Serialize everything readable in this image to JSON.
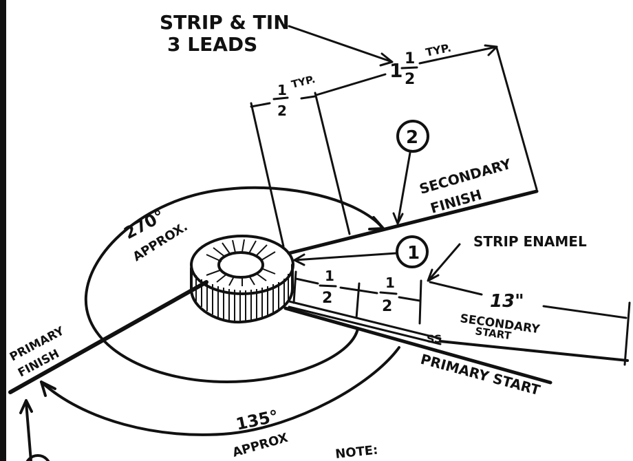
{
  "labels": {
    "strip_tin_line1": "STRIP & TIN",
    "strip_tin_line2": "3 LEADS",
    "dim_one_half_a": "1",
    "dim_one_half_b": "1",
    "dim_one_half_c": "2",
    "typ_upper": "TYP.",
    "dim_half_num_top": "1",
    "dim_half_den_top": "2",
    "typ_lower": "TYP.",
    "callout_2": "2",
    "callout_1": "1",
    "secondary_finish_1": "SECONDARY",
    "secondary_finish_2": "FINISH",
    "strip_enamel": "STRIP ENAMEL",
    "angle_270": "270°",
    "approx_upper": "APPROX.",
    "half_num_1": "1",
    "half_den_1": "2",
    "half_num_2": "1",
    "half_den_2": "2",
    "dim_13": "13\"",
    "secondary_start_1": "SECONDARY",
    "secondary_start_2": "START",
    "primary_start": "PRIMARY START",
    "primary_finish_1": "PRIMARY",
    "primary_finish_2": "FINISH",
    "angle_135": "135°",
    "approx_lower": "APPROX",
    "note": "NOTE:",
    "break_mark": "SS"
  },
  "colors": {
    "ink": "#111111",
    "paper": "#ffffff"
  }
}
